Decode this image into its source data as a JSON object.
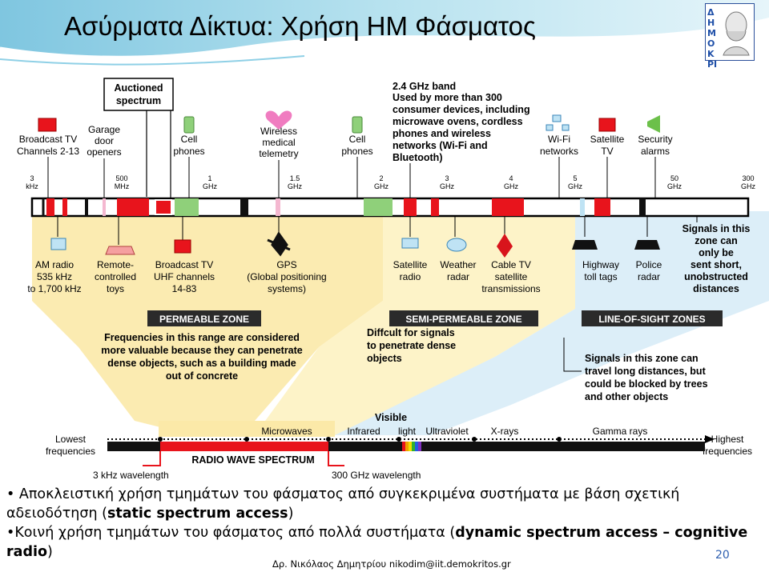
{
  "slide": {
    "title": "Ασύρματα Δίκτυα: Χρήση ΗΜ Φάσματος",
    "logo_text": "ΔΗΜΟΚΡΙΤΟΣ",
    "page_number": "20",
    "footer": "Δρ. Νικόλαος Δημητρίου nikodim@iit.demokritos.gr",
    "bullets": [
      {
        "prefix": "• ",
        "text_before": "Αποκλειστική χρήση τμημάτων του φάσματος από συγκεκριμένα συστήματα με βάση σχετική αδειοδότηση (",
        "bold": "static spectrum access",
        "text_after": ")"
      },
      {
        "prefix": "•",
        "text_before": "Κοινή χρήση τμημάτων του φάσματος από πολλά συστήματα  (",
        "bold": "dynamic spectrum access – cognitive radio",
        "text_after": ")"
      }
    ]
  },
  "diagram": {
    "top_labels": {
      "broadcast_tv": [
        "Broadcast TV",
        "Channels 2-13"
      ],
      "garage": [
        "Garage",
        "door",
        "openers"
      ],
      "auctioned": [
        "Auctioned",
        "spectrum"
      ],
      "cell1": [
        "Cell",
        "phones"
      ],
      "wireless_med": [
        "Wireless",
        "medical",
        "telemetry"
      ],
      "cell2": [
        "Cell",
        "phones"
      ],
      "band24": [
        "2.4 GHz band",
        "Used by more than 300",
        "consumer devices, including",
        "microwave ovens, cordless",
        "phones and wireless",
        "networks (Wi-Fi and",
        "Bluetooth)"
      ],
      "wifi": [
        "Wi-Fi",
        "networks"
      ],
      "sat_tv": [
        "Satellite",
        "TV"
      ],
      "security": [
        "Security",
        "alarms"
      ]
    },
    "ticks": [
      {
        "value": "3",
        "unit": "kHz"
      },
      {
        "value": "500",
        "unit": "MHz"
      },
      {
        "value": "1",
        "unit": "GHz"
      },
      {
        "value": "1.5",
        "unit": "GHz"
      },
      {
        "value": "2",
        "unit": "GHz"
      },
      {
        "value": "3",
        "unit": "GHz"
      },
      {
        "value": "4",
        "unit": "GHz"
      },
      {
        "value": "5",
        "unit": "GHz"
      },
      {
        "value": "50",
        "unit": "GHz"
      },
      {
        "value": "300",
        "unit": "GHz"
      }
    ],
    "bottom_labels": {
      "am": [
        "AM radio",
        "535 kHz",
        "to 1,700 kHz"
      ],
      "remote": [
        "Remote-",
        "controlled",
        "toys"
      ],
      "uhf": [
        "Broadcast TV",
        "UHF channels",
        "14-83"
      ],
      "gps": [
        "GPS",
        "(Global positioning",
        "systems)"
      ],
      "satradio": [
        "Satellite",
        "radio"
      ],
      "weather": [
        "Weather",
        "radar"
      ],
      "cable": [
        "Cable TV",
        "satellite",
        "transmissions"
      ],
      "toll": [
        "Highway",
        "toll tags"
      ],
      "police": [
        "Police",
        "radar"
      ],
      "los_short": [
        "Signals in this",
        "zone can",
        "only be",
        "sent short,",
        "unobstructed",
        "distances"
      ]
    },
    "zones": {
      "permeable": "PERMEABLE ZONE",
      "permeable_text": [
        "Frequencies in this range are considered",
        "more valuable because they can penetrate",
        "dense objects, such as a building made",
        "out of concrete"
      ],
      "semi": "SEMI-PERMEABLE ZONE",
      "semi_text": [
        "Diffcult for signals",
        "to penetrate dense",
        "objects"
      ],
      "los": "LINE-OF-SIGHT ZONES",
      "los_text": [
        "Signals in this zone can",
        "travel long distances, but",
        "could be blocked by trees",
        "and other objects"
      ]
    },
    "spectrum": {
      "lowest": [
        "Lowest",
        "frequencies"
      ],
      "highest": [
        "Highest",
        "frequencies"
      ],
      "microwaves": "Microwaves",
      "infrared": "Infrared",
      "visible": "Visible",
      "light": "light",
      "ultraviolet": "Ultraviolet",
      "xrays": "X-rays",
      "gamma": "Gamma rays",
      "radio_band": "RADIO WAVE SPECTRUM",
      "wl_low": "3 kHz wavelength",
      "wl_high": "300 GHz wavelength"
    },
    "colors": {
      "band_red": "#e8141c",
      "band_green": "#8fd07a",
      "band_pink": "#f4b8d0",
      "permeable_fill": "#fbe9a8",
      "semi_fill": "#fdf3c8",
      "los_fill": "#dceef8",
      "zone_label_bg": "#2b2b2b",
      "cable_icon": "#d8141c"
    }
  }
}
